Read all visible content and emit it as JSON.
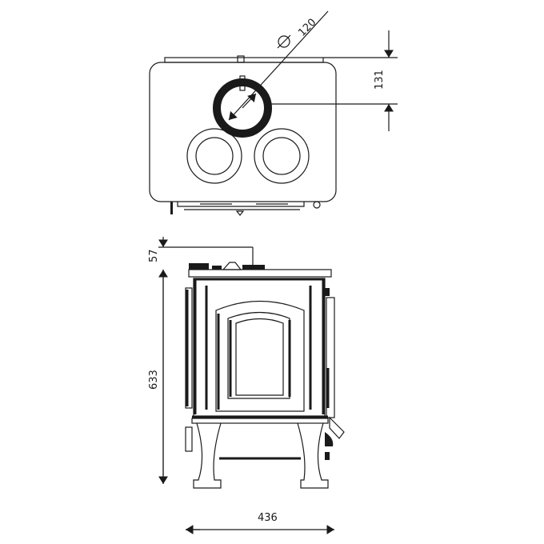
{
  "dimensions": {
    "flue_diameter": "120",
    "flue_offset": "131",
    "top_to_flue": "57",
    "height": "633",
    "width": "436"
  },
  "colors": {
    "line": "#1a1a1a",
    "background": "#ffffff"
  }
}
